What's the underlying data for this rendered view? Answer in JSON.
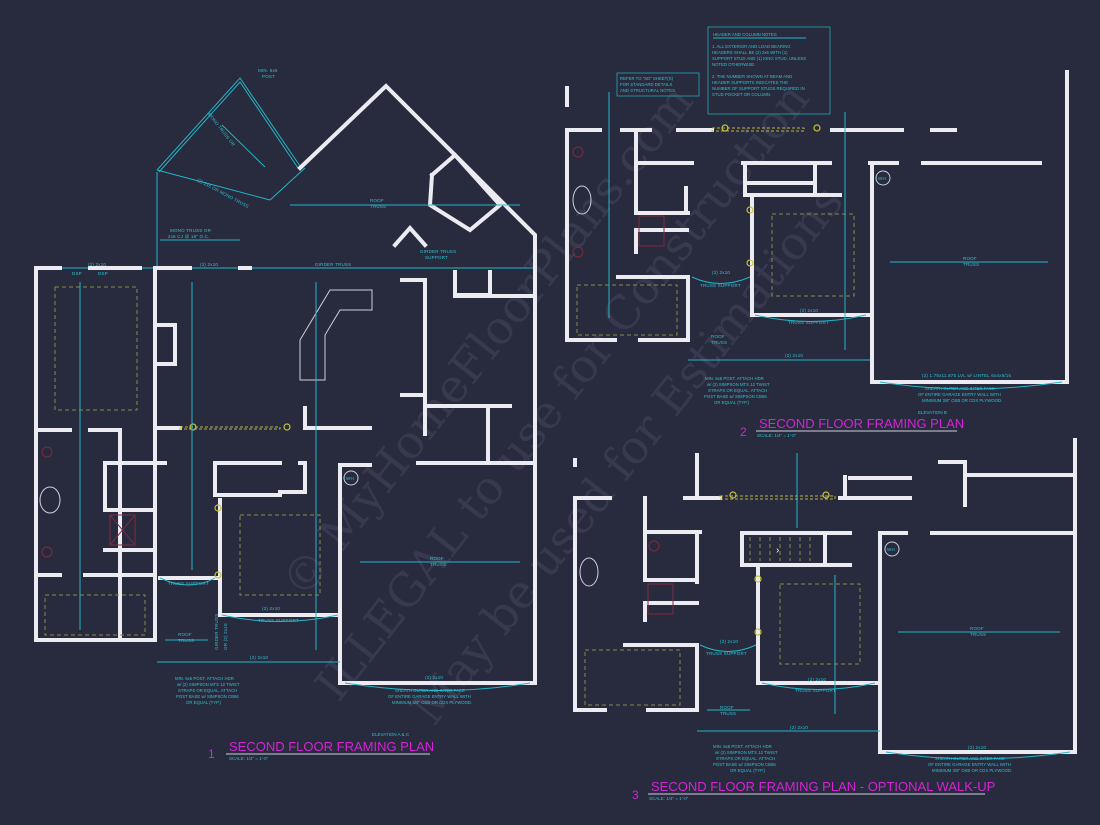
{
  "sheet": {
    "background": "#282a3d",
    "colors": {
      "walls": "#ecebf2",
      "dimensions": "#2ec4d2",
      "titles": "#d424d6",
      "beams": "#b9b24a"
    }
  },
  "watermark": {
    "line1": "© MyHomeFloorPlans.com",
    "line2": "ILLEGAL to use for Construction",
    "line3": "May be used for Estimations"
  },
  "notes": {
    "header_title": "HEADER AND COLUMN NOTES",
    "header_note1": [
      "1. ALL EXTERIOR AND LOAD BEARING",
      "HEADERS SHALL BE (2) 2x6 WITH (1)",
      "SUPPORT STUD AND (1) KING STUD, UNLESS",
      "NOTED OTHERWISE."
    ],
    "header_note2": [
      "2. THE NUMBER SHOWN AT BEAM AND",
      "HEADER SUPPORTS INDICATES THE",
      "NUMBER OF SUPPORT STUDS REQUIRED IN",
      "STUD POCKET OR COLUMN."
    ],
    "refer": [
      "REFER TO \"SD\" SHEET(S)",
      "FOR STANDARD DETAILS",
      "AND STRUCTURAL NOTES."
    ]
  },
  "plans": [
    {
      "number": "1",
      "title": "SECOND FLOOR FRAMING PLAN",
      "scale": "SCALE: 1/4\" = 1'-0\"",
      "elevation": "ELEVATION A & C",
      "labels": {
        "post_top": [
          "MIN. 6x6",
          "POST"
        ],
        "mono1": [
          "MONO TRUSS OR",
          "2x6 CJ @ 16\" O.C."
        ],
        "mono2": "(2) 2x6 OR MONO TRUSS",
        "mono3": [
          "MONO TRUSS OR",
          "2x6 CJ @ 16\" O.C."
        ],
        "header_2x6": "(2) 2x6",
        "roof_truss": [
          "ROOF",
          "TRUSS"
        ],
        "girder_truss": "GIRDER TRUSS",
        "girder_support": [
          "GIRDER TRUSS",
          "SUPPORT"
        ],
        "header_2x10": "(2) 2x10",
        "dsp": "DSP",
        "truss_support": "TRUSS SUPPORT",
        "girder_or": [
          "GIRDER TRUSS",
          "OR (2) 2x10"
        ],
        "wh": "WH",
        "post_note": [
          "MIN. 6x6 POST. ATTACH HDR",
          "w/ (2) SIMPSON MTS 12 TWIST",
          "STRAPS OR EQUAL. ATTACH",
          "POST BASE w/ SIMPSON CB66",
          "OR EQUAL (TYP.)"
        ],
        "sheath_note": [
          "SHEATH OUTER AND INTER FACE",
          "OF ENTIRE GARAGE ENTRY WALL WITH",
          "MINIMUM 3/8\" OSB OR CDX PLYWOOD."
        ]
      }
    },
    {
      "number": "2",
      "title": "SECOND FLOOR FRAMING PLAN",
      "scale": "SCALE: 1/4\" = 1'-0\"",
      "elevation": "ELEVATION B",
      "labels": {
        "lvl": "(2) 1.75x11.875 LVL w/ LINTEL 6x4x5/16"
      }
    },
    {
      "number": "3",
      "title": "SECOND FLOOR FRAMING PLAN - OPTIONAL WALK-UP",
      "scale": "SCALE: 1/4\" = 1'-0\""
    }
  ]
}
